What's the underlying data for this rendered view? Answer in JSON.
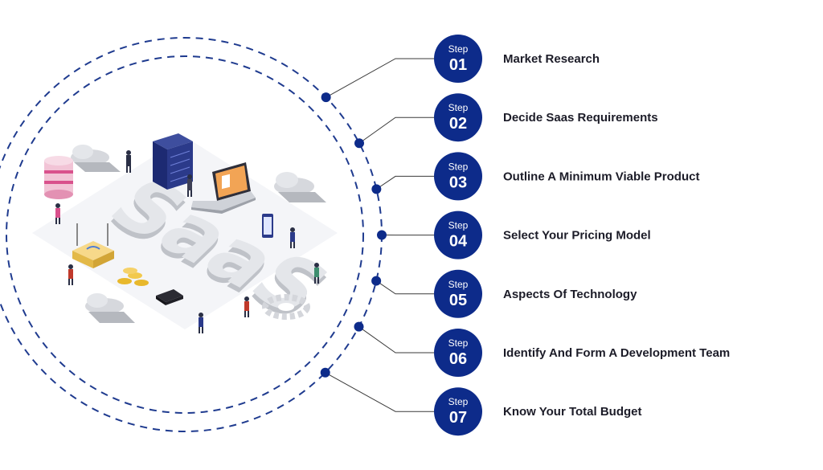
{
  "step_word": "Step",
  "steps": [
    {
      "number": "01",
      "label": "Market Research"
    },
    {
      "number": "02",
      "label": "Decide Saas Requirements"
    },
    {
      "number": "03",
      "label": "Outline A Minimum Viable Product"
    },
    {
      "number": "04",
      "label": "Select Your Pricing Model"
    },
    {
      "number": "05",
      "label": "Aspects Of Technology"
    },
    {
      "number": "06",
      "label": "Identify And Form A Development Team"
    },
    {
      "number": "07",
      "label": "Know Your Total Budget"
    }
  ],
  "illustration": {
    "word": "SaaS",
    "icons": [
      "cloud-icon",
      "database-icon",
      "server-rack-icon",
      "laptop-icon",
      "router-icon",
      "coins-icon",
      "calculator-icon",
      "gear-icon",
      "phone-icon",
      "person-icon"
    ]
  },
  "colors": {
    "accent": "#0d2b8a",
    "dashed_ring": "#1f3b8f",
    "connector": "#3a3a3a",
    "label_text": "#1c1c28"
  }
}
